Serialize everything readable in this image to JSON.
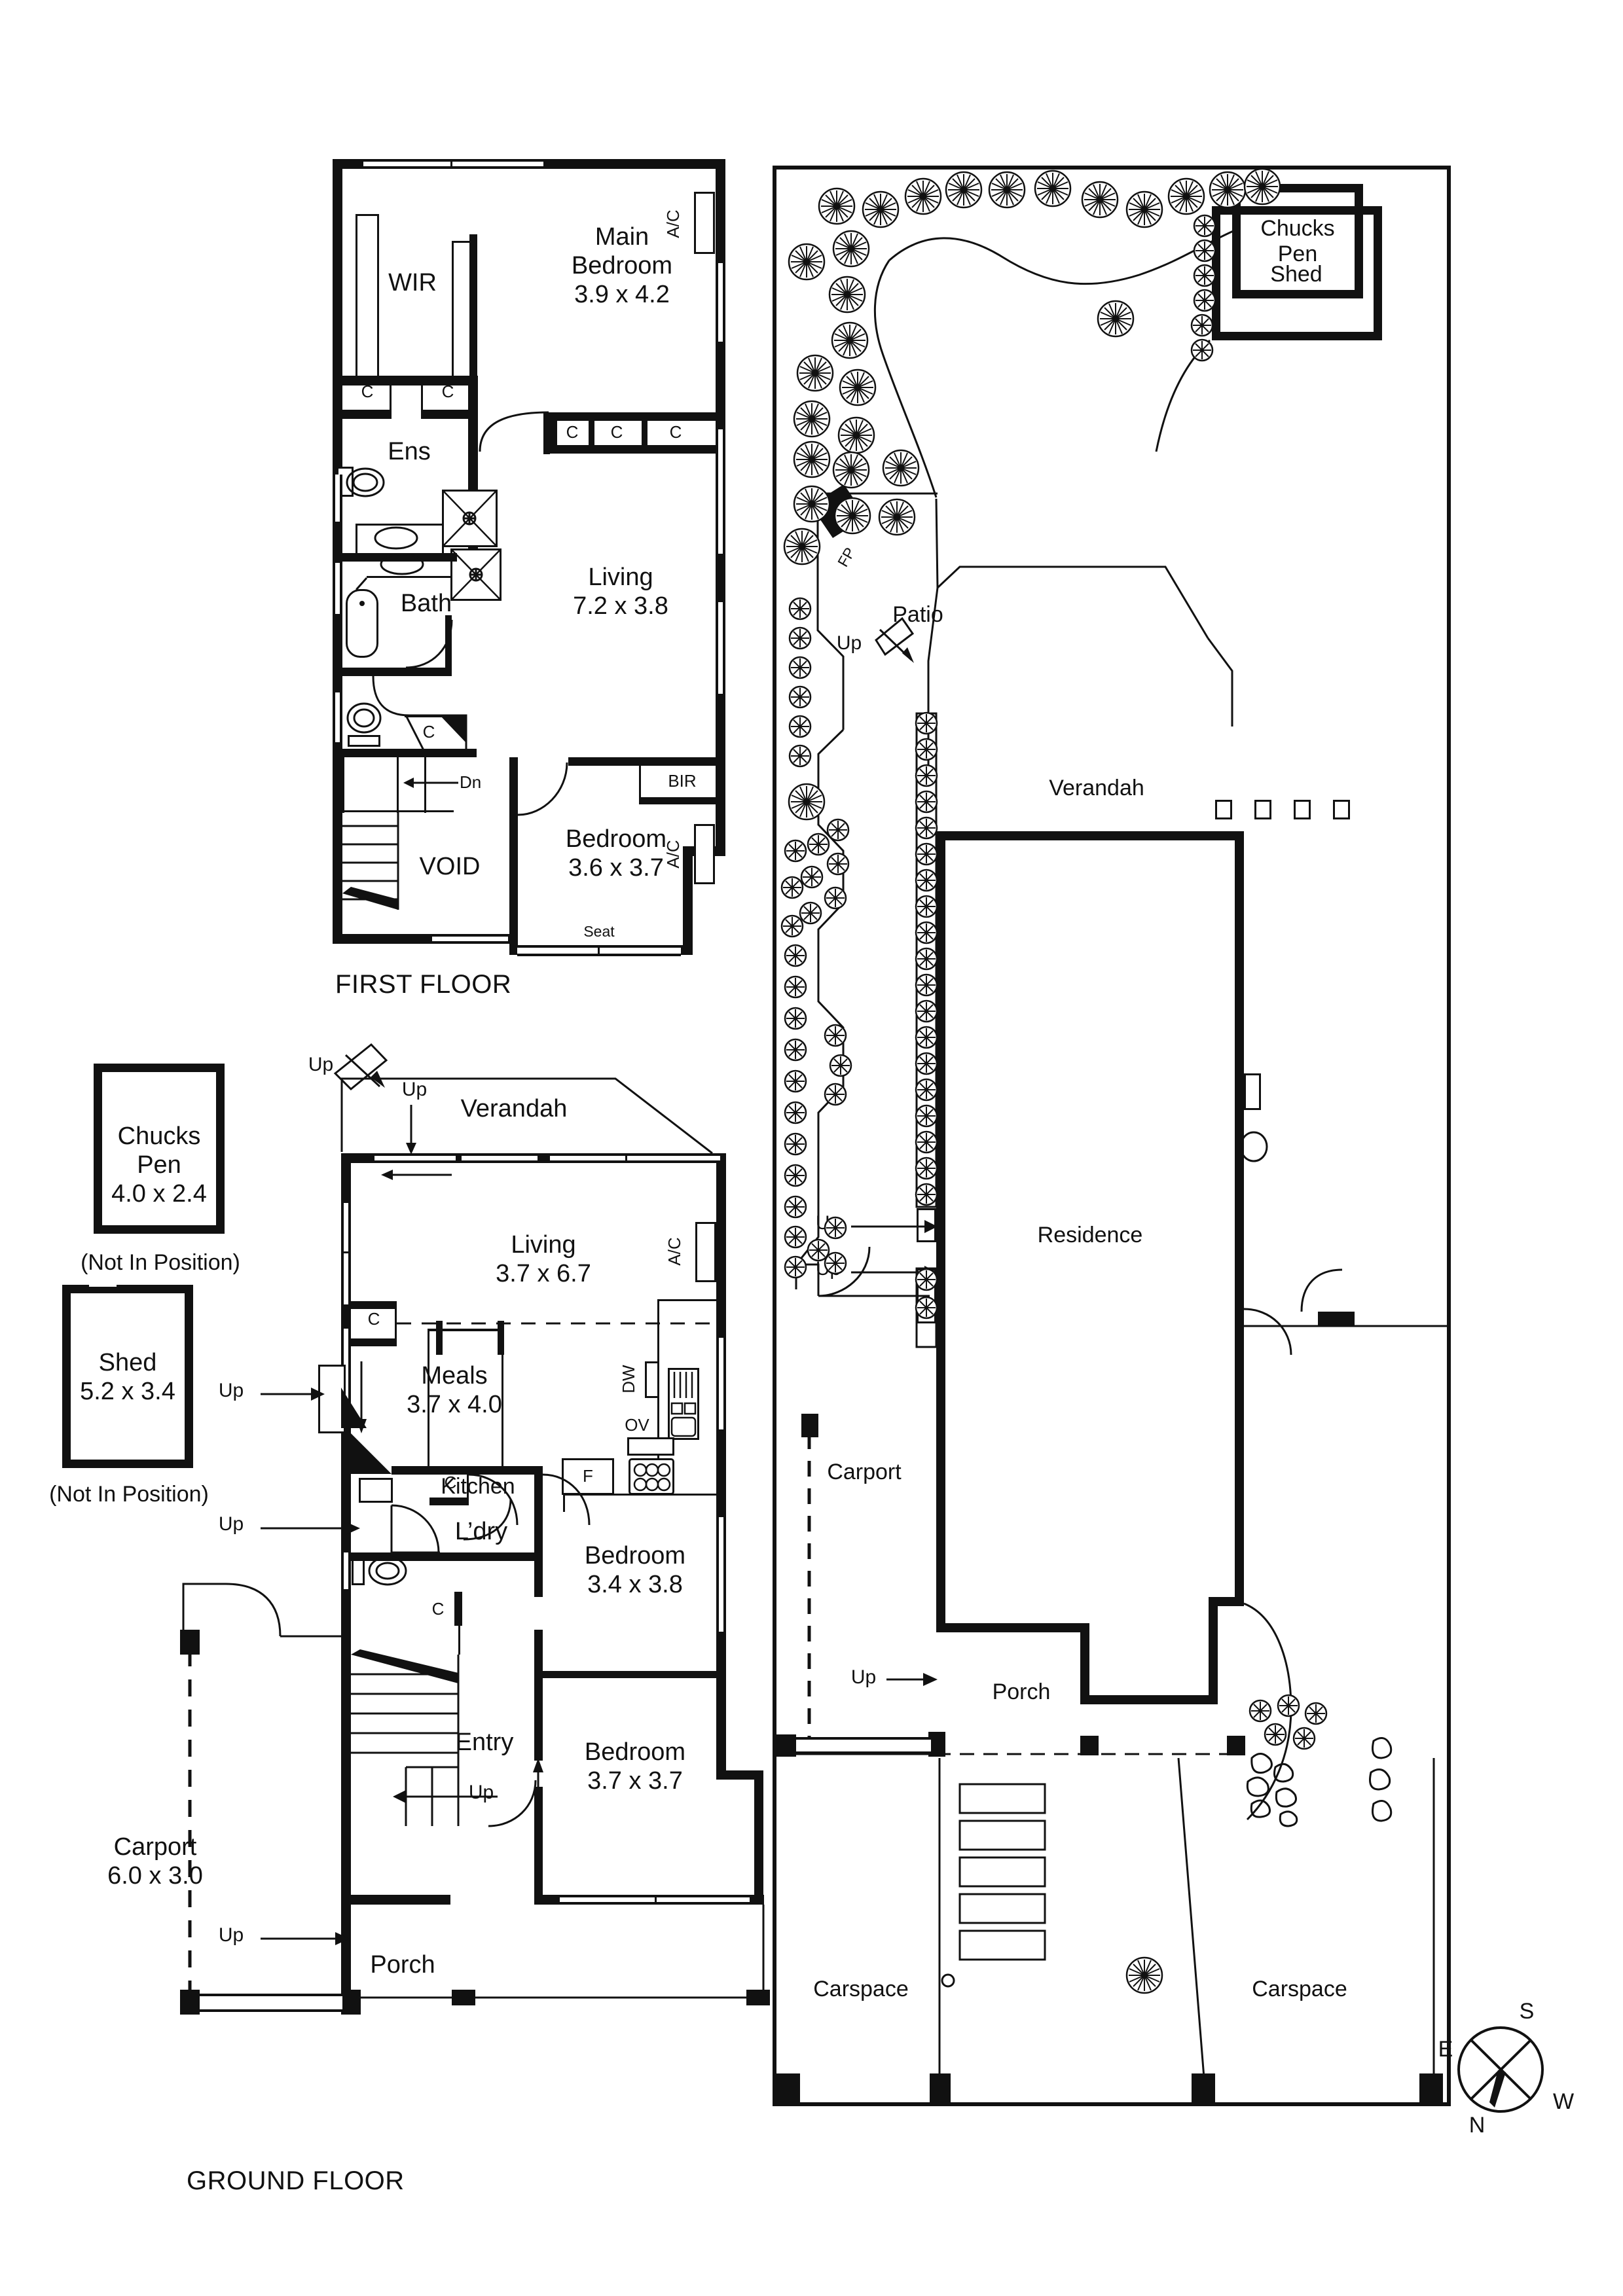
{
  "document": {
    "type": "architectural-floor-plan",
    "floor_labels": {
      "first": "FIRST FLOOR",
      "ground": "GROUND FLOOR"
    }
  },
  "first_floor": {
    "title": "FIRST FLOOR",
    "rooms": [
      {
        "name": "WIR",
        "label": "WIR",
        "dims": ""
      },
      {
        "name": "main-bedroom",
        "label": "Main\nBedroom\n3.9 x 4.2",
        "dims": "3.9 x 4.2"
      },
      {
        "name": "ens",
        "label": "Ens",
        "dims": ""
      },
      {
        "name": "bath",
        "label": "Bath",
        "dims": ""
      },
      {
        "name": "living",
        "label": "Living\n7.2 x 3.8",
        "dims": "7.2 x 3.8"
      },
      {
        "name": "void",
        "label": "VOID",
        "dims": ""
      },
      {
        "name": "bedroom",
        "label": "Bedroom\n3.6 x 3.7",
        "dims": "3.6 x 3.7"
      }
    ],
    "annotations": {
      "ac_top": "A/C",
      "ac_bottom": "A/C",
      "bir": "BIR",
      "seat": "Seat",
      "dn": "Dn",
      "closet": "C"
    }
  },
  "ground_floor": {
    "title": "GROUND FLOOR",
    "detached": [
      {
        "name": "chucks-pen",
        "label": "Chucks\nPen\n4.0 x 2.4",
        "note": "(Not In Position)"
      },
      {
        "name": "shed",
        "label": "Shed\n5.2 x 3.4",
        "note": "(Not In Position)"
      }
    ],
    "rooms": [
      {
        "name": "verandah",
        "label": "Verandah"
      },
      {
        "name": "living",
        "label": "Living\n3.7 x 6.7"
      },
      {
        "name": "meals",
        "label": "Meals\n3.7 x 4.0"
      },
      {
        "name": "kitchen",
        "label": "Kitchen"
      },
      {
        "name": "laundry",
        "label": "L’dry"
      },
      {
        "name": "bedroom-1",
        "label": "Bedroom\n3.4 x 3.8"
      },
      {
        "name": "bedroom-2",
        "label": "Bedroom\n3.7 x 3.7"
      },
      {
        "name": "entry",
        "label": "Entry"
      },
      {
        "name": "carport",
        "label": "Carport\n6.0 x 3.0"
      },
      {
        "name": "porch",
        "label": "Porch"
      }
    ],
    "annotations": {
      "ac": "A/C",
      "dw": "DW",
      "ov": "OV",
      "fridge": "F",
      "closet": "C",
      "up": "Up"
    }
  },
  "site_plan": {
    "areas": [
      {
        "name": "chucks-pen",
        "label": "Chucks\nPen"
      },
      {
        "name": "shed",
        "label": "Shed"
      },
      {
        "name": "patio",
        "label": "Patio"
      },
      {
        "name": "verandah",
        "label": "Verandah"
      },
      {
        "name": "residence",
        "label": "Residence"
      },
      {
        "name": "carport",
        "label": "Carport"
      },
      {
        "name": "porch",
        "label": "Porch"
      },
      {
        "name": "carspace-left",
        "label": "Carspace"
      },
      {
        "name": "carspace-right",
        "label": "Carspace"
      }
    ],
    "annotations": {
      "fireplace": "FP",
      "up": "Up"
    }
  },
  "compass": {
    "north": "N",
    "south": "S",
    "east": "E",
    "west": "W"
  },
  "colors": {
    "ink": "#111111",
    "paper": "#ffffff"
  }
}
